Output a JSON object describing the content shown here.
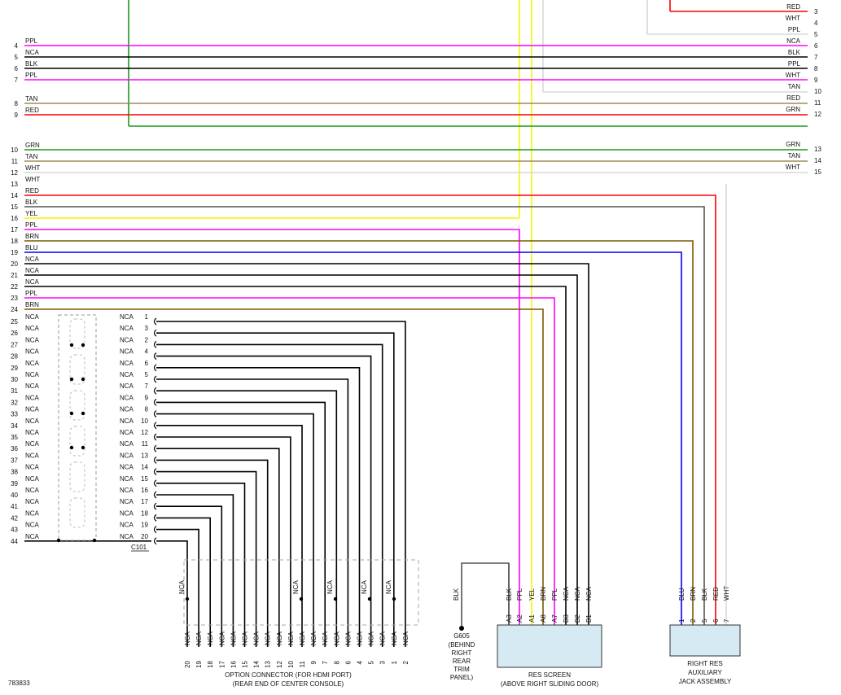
{
  "diagram_id": "783833",
  "left_wires": [
    {
      "num": "4",
      "label": "PPL",
      "color": "#ff00ff"
    },
    {
      "num": "5",
      "label": "NCA",
      "color": "#222222"
    },
    {
      "num": "6",
      "label": "BLK",
      "color": "#000000"
    },
    {
      "num": "7",
      "label": "PPL",
      "color": "#ff00ff"
    },
    {
      "num": "8",
      "label": "TAN",
      "color": "#a08a5a"
    },
    {
      "num": "9",
      "label": "RED",
      "color": "#ff0000"
    },
    {
      "num": "10",
      "label": "GRN",
      "color": "#1a9a1a"
    },
    {
      "num": "11",
      "label": "TAN",
      "color": "#a08a5a"
    },
    {
      "num": "12",
      "label": "WHT",
      "color": "#d8d8d8"
    },
    {
      "num": "13",
      "label": "WHT",
      "color": "#d8d8d8"
    },
    {
      "num": "14",
      "label": "RED",
      "color": "#ff0000"
    },
    {
      "num": "15",
      "label": "BLK",
      "color": "#555555"
    },
    {
      "num": "16",
      "label": "YEL",
      "color": "#f5f500"
    },
    {
      "num": "17",
      "label": "PPL",
      "color": "#ff00ff"
    },
    {
      "num": "18",
      "label": "BRN",
      "color": "#7a5a00"
    },
    {
      "num": "19",
      "label": "BLU",
      "color": "#0000ff"
    },
    {
      "num": "20",
      "label": "NCA",
      "color": "#000000"
    },
    {
      "num": "21",
      "label": "NCA",
      "color": "#000000"
    },
    {
      "num": "22",
      "label": "NCA",
      "color": "#000000"
    },
    {
      "num": "23",
      "label": "PPL",
      "color": "#ff00ff"
    },
    {
      "num": "24",
      "label": "BRN",
      "color": "#7a5a00"
    }
  ],
  "right_wires": [
    {
      "num": "3",
      "label": "RED",
      "color": "#ff0000"
    },
    {
      "num": "4",
      "label": "WHT",
      "color": "#d8d8d8"
    },
    {
      "num": "5",
      "label": "PPL",
      "color": "#ff00ff"
    },
    {
      "num": "6",
      "label": "NCA",
      "color": "#000000"
    },
    {
      "num": "7",
      "label": "BLK",
      "color": "#000000"
    },
    {
      "num": "8",
      "label": "PPL",
      "color": "#ff00ff"
    },
    {
      "num": "9",
      "label": "WHT",
      "color": "#d8d8d8"
    },
    {
      "num": "10",
      "label": "TAN",
      "color": "#a08a5a"
    },
    {
      "num": "11",
      "label": "RED",
      "color": "#ff0000"
    },
    {
      "num": "12",
      "label": "GRN",
      "color": "#1a9a1a"
    },
    {
      "num": "13",
      "label": "GRN",
      "color": "#1a9a1a"
    },
    {
      "num": "14",
      "label": "TAN",
      "color": "#a08a5a"
    },
    {
      "num": "15",
      "label": "WHT",
      "color": "#d8d8d8"
    }
  ],
  "lower_left_numbers": [
    "25",
    "26",
    "27",
    "28",
    "29",
    "30",
    "31",
    "32",
    "33",
    "34",
    "35",
    "36",
    "37",
    "38",
    "39",
    "40",
    "41",
    "42",
    "43",
    "44"
  ],
  "c101": {
    "name": "C101",
    "left_labels": [
      "NCA",
      "NCA",
      "NCA",
      "NCA",
      "NCA",
      "NCA",
      "NCA",
      "NCA",
      "NCA",
      "NCA",
      "NCA",
      "NCA",
      "NCA",
      "NCA",
      "NCA",
      "NCA",
      "NCA",
      "NCA",
      "NCA",
      "NCA"
    ],
    "pin_labels": [
      "NCA",
      "NCA",
      "NCA",
      "NCA",
      "NCA",
      "NCA",
      "NCA",
      "NCA",
      "NCA",
      "NCA",
      "NCA",
      "NCA",
      "NCA",
      "NCA",
      "NCA",
      "NCA",
      "NCA",
      "NCA",
      "NCA",
      "NCA"
    ],
    "pins": [
      "1",
      "3",
      "2",
      "4",
      "6",
      "5",
      "7",
      "9",
      "8",
      "10",
      "12",
      "11",
      "13",
      "14",
      "15",
      "16",
      "17",
      "18",
      "19",
      "20"
    ]
  },
  "option_connector": {
    "name": "OPTION CONNECTOR (FOR HDMI PORT)",
    "location": "(REAR END OF CENTER CONSOLE)",
    "pins": [
      "20",
      "19",
      "18",
      "17",
      "16",
      "15",
      "14",
      "13",
      "12",
      "10",
      "11",
      "9",
      "7",
      "8",
      "6",
      "4",
      "5",
      "3",
      "1",
      "2"
    ],
    "wire_labels": [
      "NCA",
      "NCA",
      "NCA",
      "NCA",
      "NCA",
      "NCA",
      "NCA",
      "NCA",
      "NCA",
      "NCA",
      "NCA",
      "NCA",
      "NCA",
      "NCA",
      "NCA",
      "NCA",
      "NCA",
      "NCA",
      "NCA",
      "NCA"
    ],
    "upper_labels": [
      "NCA",
      "NCA",
      "NCA",
      "NCA",
      "NCA"
    ]
  },
  "ground": {
    "name": "G605",
    "wire": "BLK",
    "desc": [
      "(BEHIND",
      "RIGHT",
      "REAR",
      "TRIM",
      "PANEL)"
    ]
  },
  "res_screen": {
    "name": "RES SCREEN",
    "location": "(ABOVE RIGHT SLIDING DOOR)",
    "pins": [
      "A3",
      "A2",
      "A1",
      "A8",
      "A7",
      "B3",
      "B2",
      "B1"
    ],
    "wires": [
      "BLK",
      "PPL",
      "YEL",
      "BRN",
      "PPL",
      "NCA",
      "NCA",
      "NCA"
    ]
  },
  "aux_jack": {
    "name": "RIGHT RES",
    "line2": "AUXILIARY",
    "line3": "JACK ASSEMBLY",
    "pins": [
      "1",
      "2",
      "5",
      "6",
      "7"
    ],
    "wires": [
      "BLU",
      "BRN",
      "BLK",
      "RED",
      "WHT"
    ]
  }
}
